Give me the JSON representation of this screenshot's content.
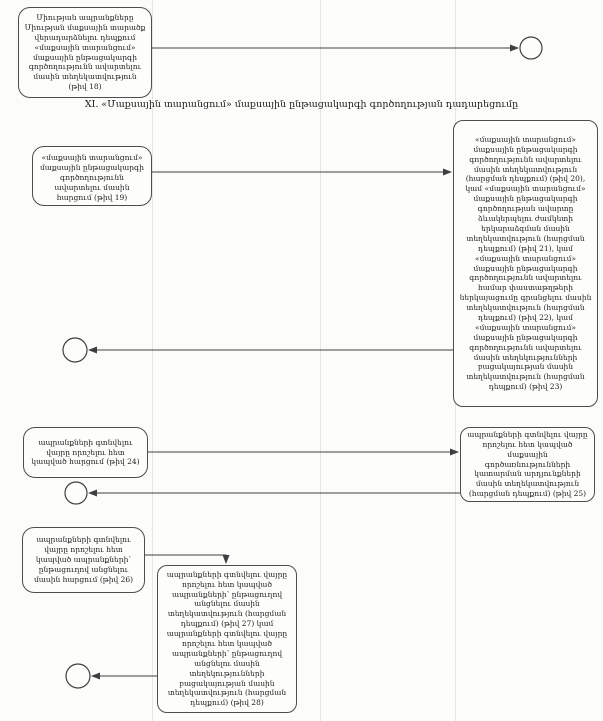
{
  "section": {
    "title": "XI. «Մաքսային տարանցում» մաքսային ընթացակարգի գործողության դադարեցումը"
  },
  "flowchart": {
    "nodes": {
      "info_18": "Միության ապրանքները Միության մաքսային տարածք վերադարձնելու դեպքում «մաքսային տարանցում» մաքսային ընթացակարգի գործողությունն ավարտելու մասին տեղեկատվություն (թիվ 18)",
      "request_19": "«մաքսային տարանցում» մաքսային ընթացակարգի գործողությունն ավարտելու մասին հարցում (թիվ 19)",
      "info_20_23": "«մաքսային տարանցում» մաքսային ընթացակարգի գործողությունն ավարտելու մասին տեղեկատվություն (հարցման դեպքում) (թիվ 20), կամ «մաքսային տարանցում» մաքսային ընթացակարգի գործողության ավարտը ձևակերպելու ժամկետի երկարաձգման մասին տեղեկատվություն (հարցման դեպքում) (թիվ 21), կամ «մաքսային տարանցում» մաքսային ընթացակարգի գործողությունն ավարտելու համար փաստաթղթերի ներկայացումը գրանցելու մասին տեղեկատվություն (հարցման դեպքում) (թիվ 22), կամ «մաքսային տարանցում» մաքսային ընթացակարգի գործողությունն ավարտելու մասին տեղեկությունների բացակայության մասին տեղեկատվություն (հարցման դեպքում) (թիվ 23)",
      "request_24": "ապրանքների գտնվելու վայրը որոշելու հետ կապված հարցում (թիվ 24)",
      "info_25": "ապրանքների գտնվելու վայրը որոշելու հետ կապված մաքսային գործառնությունների կատարման արդյունքների մասին տեղեկատվություն (հարցման դեպքում) (թիվ 25)",
      "request_26": "ապրանքների գտնվելու վայրը որոշելու հետ կապված ապրանքների՝ ընթացուղով անցնելու մասին հարցում (թիվ 26)",
      "info_27_28": "ապրանքների գտնվելու վայրը որոշելու հետ կապված ապրանքների՝ ընթացուղով անցնելու մասին տեղեկատվություն (հարցման դեպքում) (թիվ 27) կամ ապրանքների գտնվելու վայրը որոշելու հետ կապված ապրանքների՝ ընթացուղով անցնելու մասին տեղեկությունների բացակայության մասին տեղեկատվություն (հարցման դեպքում) (թիվ 28)"
    },
    "symbols": {
      "end_event": "terminator-circle"
    },
    "colors": {
      "box_border": "#4d4d4d",
      "connector": "#3f3f3f",
      "text": "#1b1b1b",
      "background": "#fcfcfb",
      "grid_line": "#e7e6e3"
    }
  }
}
